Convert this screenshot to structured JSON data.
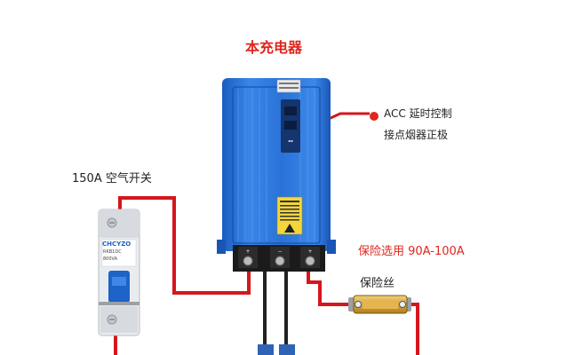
{
  "labels": {
    "title": "本充电器",
    "acc_line1": "ACC 延时控制",
    "acc_line2": "接点烟器正极",
    "breaker": "150A 空气开关",
    "fuse_range": "保险选用 90A-100A",
    "fuse": "保险丝"
  },
  "breaker_text": {
    "brand": "CHCYZO",
    "model": "RKB1DC",
    "spec": "800VA"
  },
  "colors": {
    "title": "#e0261d",
    "wire_red": "#d6161c",
    "wire_black": "#222222",
    "device_blue": "#1f6ed4",
    "breaker_body": "#e9ecef",
    "breaker_handle": "#1d63c8",
    "fuse_gold": "#c9962b",
    "label_text": "#222222",
    "accent_red": "#e0261d"
  }
}
